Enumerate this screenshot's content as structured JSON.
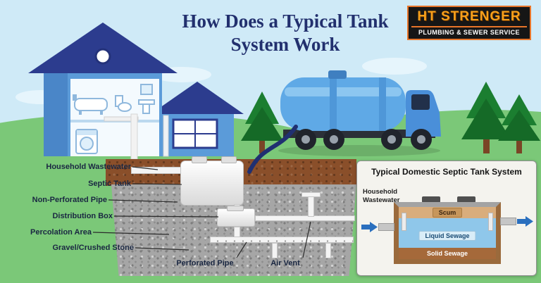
{
  "title": "How Does a Typical Tank System Work",
  "logo": {
    "name": "HT STRENGER",
    "tagline": "PLUMBING & SEWER SERVICE"
  },
  "diagram_labels": {
    "household_wastewater": "Household Wastewater",
    "septic_tank": "Septic Tank",
    "non_perforated_pipe": "Non-Perforated Pipe",
    "distribution_box": "Distribution Box",
    "percolation_area": "Percolation Area",
    "gravel_crushed_stone": "Gravel/Crushed Stone",
    "perforated_pipe": "Perforated Pipe",
    "air_vent": "Air Vent"
  },
  "inset": {
    "title": "Typical Domestic Septic Tank System",
    "inflow_label": "Household Wastewater",
    "layers": {
      "scum": "Scum",
      "liquid_sewage": "Liquid Sewage",
      "solid_sewage": "Solid Sewage"
    }
  },
  "colors": {
    "title_text": "#22306e",
    "sky": "#cfeaf7",
    "grass": "#7bc878",
    "house_blue": "#5b9bd9",
    "roof_navy": "#2c3c8e",
    "truck_blue": "#5fa9e6",
    "dirt_brown": "#8a4f2a",
    "gravel_gray": "#a6a6a6",
    "logo_orange": "#f7a01b",
    "arrow_blue": "#2a6fbe"
  }
}
